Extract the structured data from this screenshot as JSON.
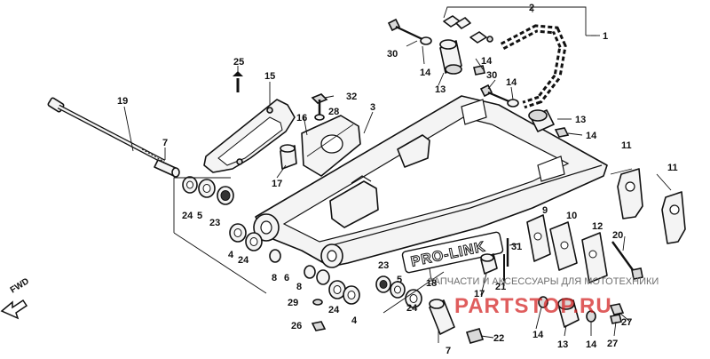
{
  "callouts": [
    {
      "id": "c1",
      "text": "1"
    },
    {
      "id": "c2",
      "text": "2"
    },
    {
      "id": "c3",
      "text": "3"
    },
    {
      "id": "c4a",
      "text": "4"
    },
    {
      "id": "c4b",
      "text": "4"
    },
    {
      "id": "c5a",
      "text": "5"
    },
    {
      "id": "c5b",
      "text": "5"
    },
    {
      "id": "c6",
      "text": "6"
    },
    {
      "id": "c7a",
      "text": "7"
    },
    {
      "id": "c7b",
      "text": "7"
    },
    {
      "id": "c8a",
      "text": "8"
    },
    {
      "id": "c8b",
      "text": "8"
    },
    {
      "id": "c9",
      "text": "9"
    },
    {
      "id": "c10",
      "text": "10"
    },
    {
      "id": "c11a",
      "text": "11"
    },
    {
      "id": "c11b",
      "text": "11"
    },
    {
      "id": "c12",
      "text": "12"
    },
    {
      "id": "c13a",
      "text": "13"
    },
    {
      "id": "c13b",
      "text": "13"
    },
    {
      "id": "c13c",
      "text": "13"
    },
    {
      "id": "c14a",
      "text": "14"
    },
    {
      "id": "c14b",
      "text": "14"
    },
    {
      "id": "c14c",
      "text": "14"
    },
    {
      "id": "c14d",
      "text": "14"
    },
    {
      "id": "c14e",
      "text": "14"
    },
    {
      "id": "c14f",
      "text": "14"
    },
    {
      "id": "c15",
      "text": "15"
    },
    {
      "id": "c16",
      "text": "16"
    },
    {
      "id": "c17a",
      "text": "17"
    },
    {
      "id": "c17b",
      "text": "17"
    },
    {
      "id": "c18",
      "text": "18"
    },
    {
      "id": "c19",
      "text": "19"
    },
    {
      "id": "c20",
      "text": "20"
    },
    {
      "id": "c21",
      "text": "21"
    },
    {
      "id": "c22",
      "text": "22"
    },
    {
      "id": "c23a",
      "text": "23"
    },
    {
      "id": "c23b",
      "text": "23"
    },
    {
      "id": "c24a",
      "text": "24"
    },
    {
      "id": "c24b",
      "text": "24"
    },
    {
      "id": "c24c",
      "text": "24"
    },
    {
      "id": "c24d",
      "text": "24"
    },
    {
      "id": "c25",
      "text": "25"
    },
    {
      "id": "c26",
      "text": "26"
    },
    {
      "id": "c27a",
      "text": "27"
    },
    {
      "id": "c27b",
      "text": "27"
    },
    {
      "id": "c28",
      "text": "28"
    },
    {
      "id": "c29",
      "text": "29"
    },
    {
      "id": "c30a",
      "text": "30"
    },
    {
      "id": "c30b",
      "text": "30"
    },
    {
      "id": "c31",
      "text": "31"
    },
    {
      "id": "c32",
      "text": "32"
    }
  ],
  "swingarm_logo": "PRO-LINK",
  "fwd_label": "FWD",
  "watermark": {
    "line": "ЗАПЧАСТИ И АКСЕССУАРЫ ДЛЯ МОТОТЕХНИКИ",
    "logo": "PARTSTOP.RU"
  },
  "colors": {
    "ink": "#111111",
    "watermark_red": "#d21f1f",
    "watermark_gray": "#6e6e6e"
  }
}
